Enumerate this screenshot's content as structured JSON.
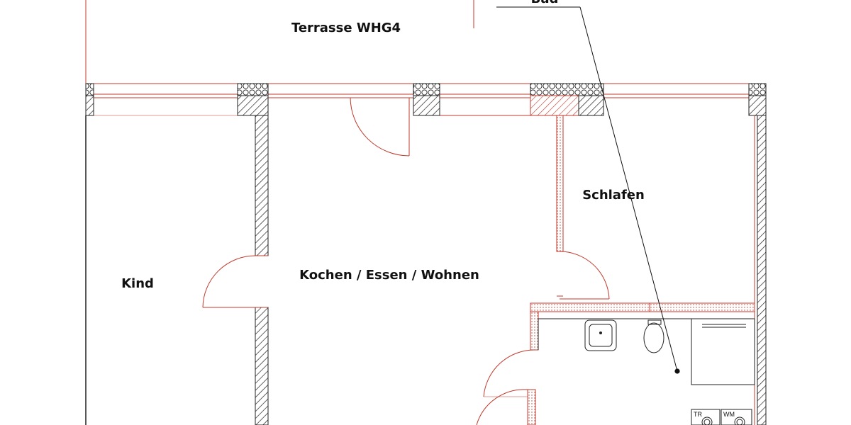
{
  "rooms": {
    "terrace": "Terrasse WHG4",
    "bath": "Bad",
    "bedroom": "Schlafen",
    "living": "Kochen / Essen / Wohnen",
    "child": "Kind"
  },
  "appliances": {
    "dryer": "TR",
    "washer": "WM"
  },
  "colors": {
    "outline_red": "#c0392b",
    "wall_black": "#1a1a1a",
    "background": "#ffffff"
  }
}
